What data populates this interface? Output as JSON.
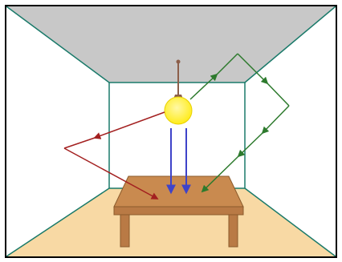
{
  "scene": {
    "colors": {
      "background": "#ffffff",
      "ceiling": "#c8c8c8",
      "floor": "#f8d9a4",
      "room_edge": "#1a7a6a",
      "frame": "#000000",
      "table_top": "#c98a4f",
      "table_edge": "#8a5a2b",
      "table_legs": "#b97a45",
      "bulb": "#ffec1a",
      "bulb_glow": "#fff8a6",
      "cord": "#8c5f4a",
      "ray_direct": "#3e43c9",
      "ray_reflected_wall": "#a32020",
      "ray_reflected_ceiling": "#2d7a2d"
    },
    "rays": [
      {
        "name": "direct-light",
        "color_key": "ray_direct",
        "count": 2
      },
      {
        "name": "wall-reflection",
        "color_key": "ray_reflected_wall",
        "count": 1
      },
      {
        "name": "ceiling-reflection",
        "color_key": "ray_reflected_ceiling",
        "count": 1
      }
    ]
  }
}
